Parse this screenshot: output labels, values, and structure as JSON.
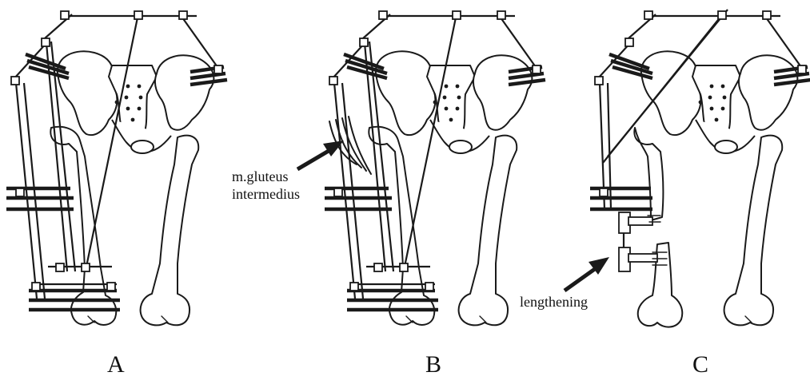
{
  "panels": [
    {
      "id": "A",
      "label": "A"
    },
    {
      "id": "B",
      "label": "B",
      "annotation": [
        "m.gluteus",
        "intermedius"
      ]
    },
    {
      "id": "C",
      "label": "C",
      "annotation": [
        "lengthening"
      ]
    }
  ],
  "colors": {
    "ink": "#1a1a1a",
    "background": "#ffffff"
  }
}
